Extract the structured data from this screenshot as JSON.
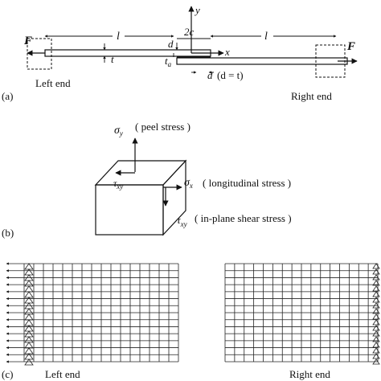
{
  "panel_a": {
    "tag": "(a)",
    "force_left": "F",
    "force_right": "F",
    "length_left": "l",
    "length_right": "l",
    "overlap": "2c",
    "d_top": "d",
    "d_bottom": "d",
    "d_note": "(d = t)",
    "thickness": "t",
    "adhesive": "t",
    "adhesive_sub": "a",
    "axis_x": "x",
    "axis_y": "y",
    "left_end": "Left end",
    "right_end": "Right end"
  },
  "panel_b": {
    "tag": "(b)",
    "sigma_y": "σ",
    "sigma_y_sub": "y",
    "peel": "( peel stress )",
    "tau_top": "τ",
    "tau_top_sub": "xy",
    "sigma_x": "σ",
    "sigma_x_sub": "x",
    "longitudinal": "( longitudinal stress )",
    "tau_bottom": "τ",
    "tau_bottom_sub": "xy",
    "inplane": "( in-plane shear stress )"
  },
  "panel_c": {
    "tag": "(c)",
    "left_end": "Left end",
    "right_end": "Right end"
  }
}
